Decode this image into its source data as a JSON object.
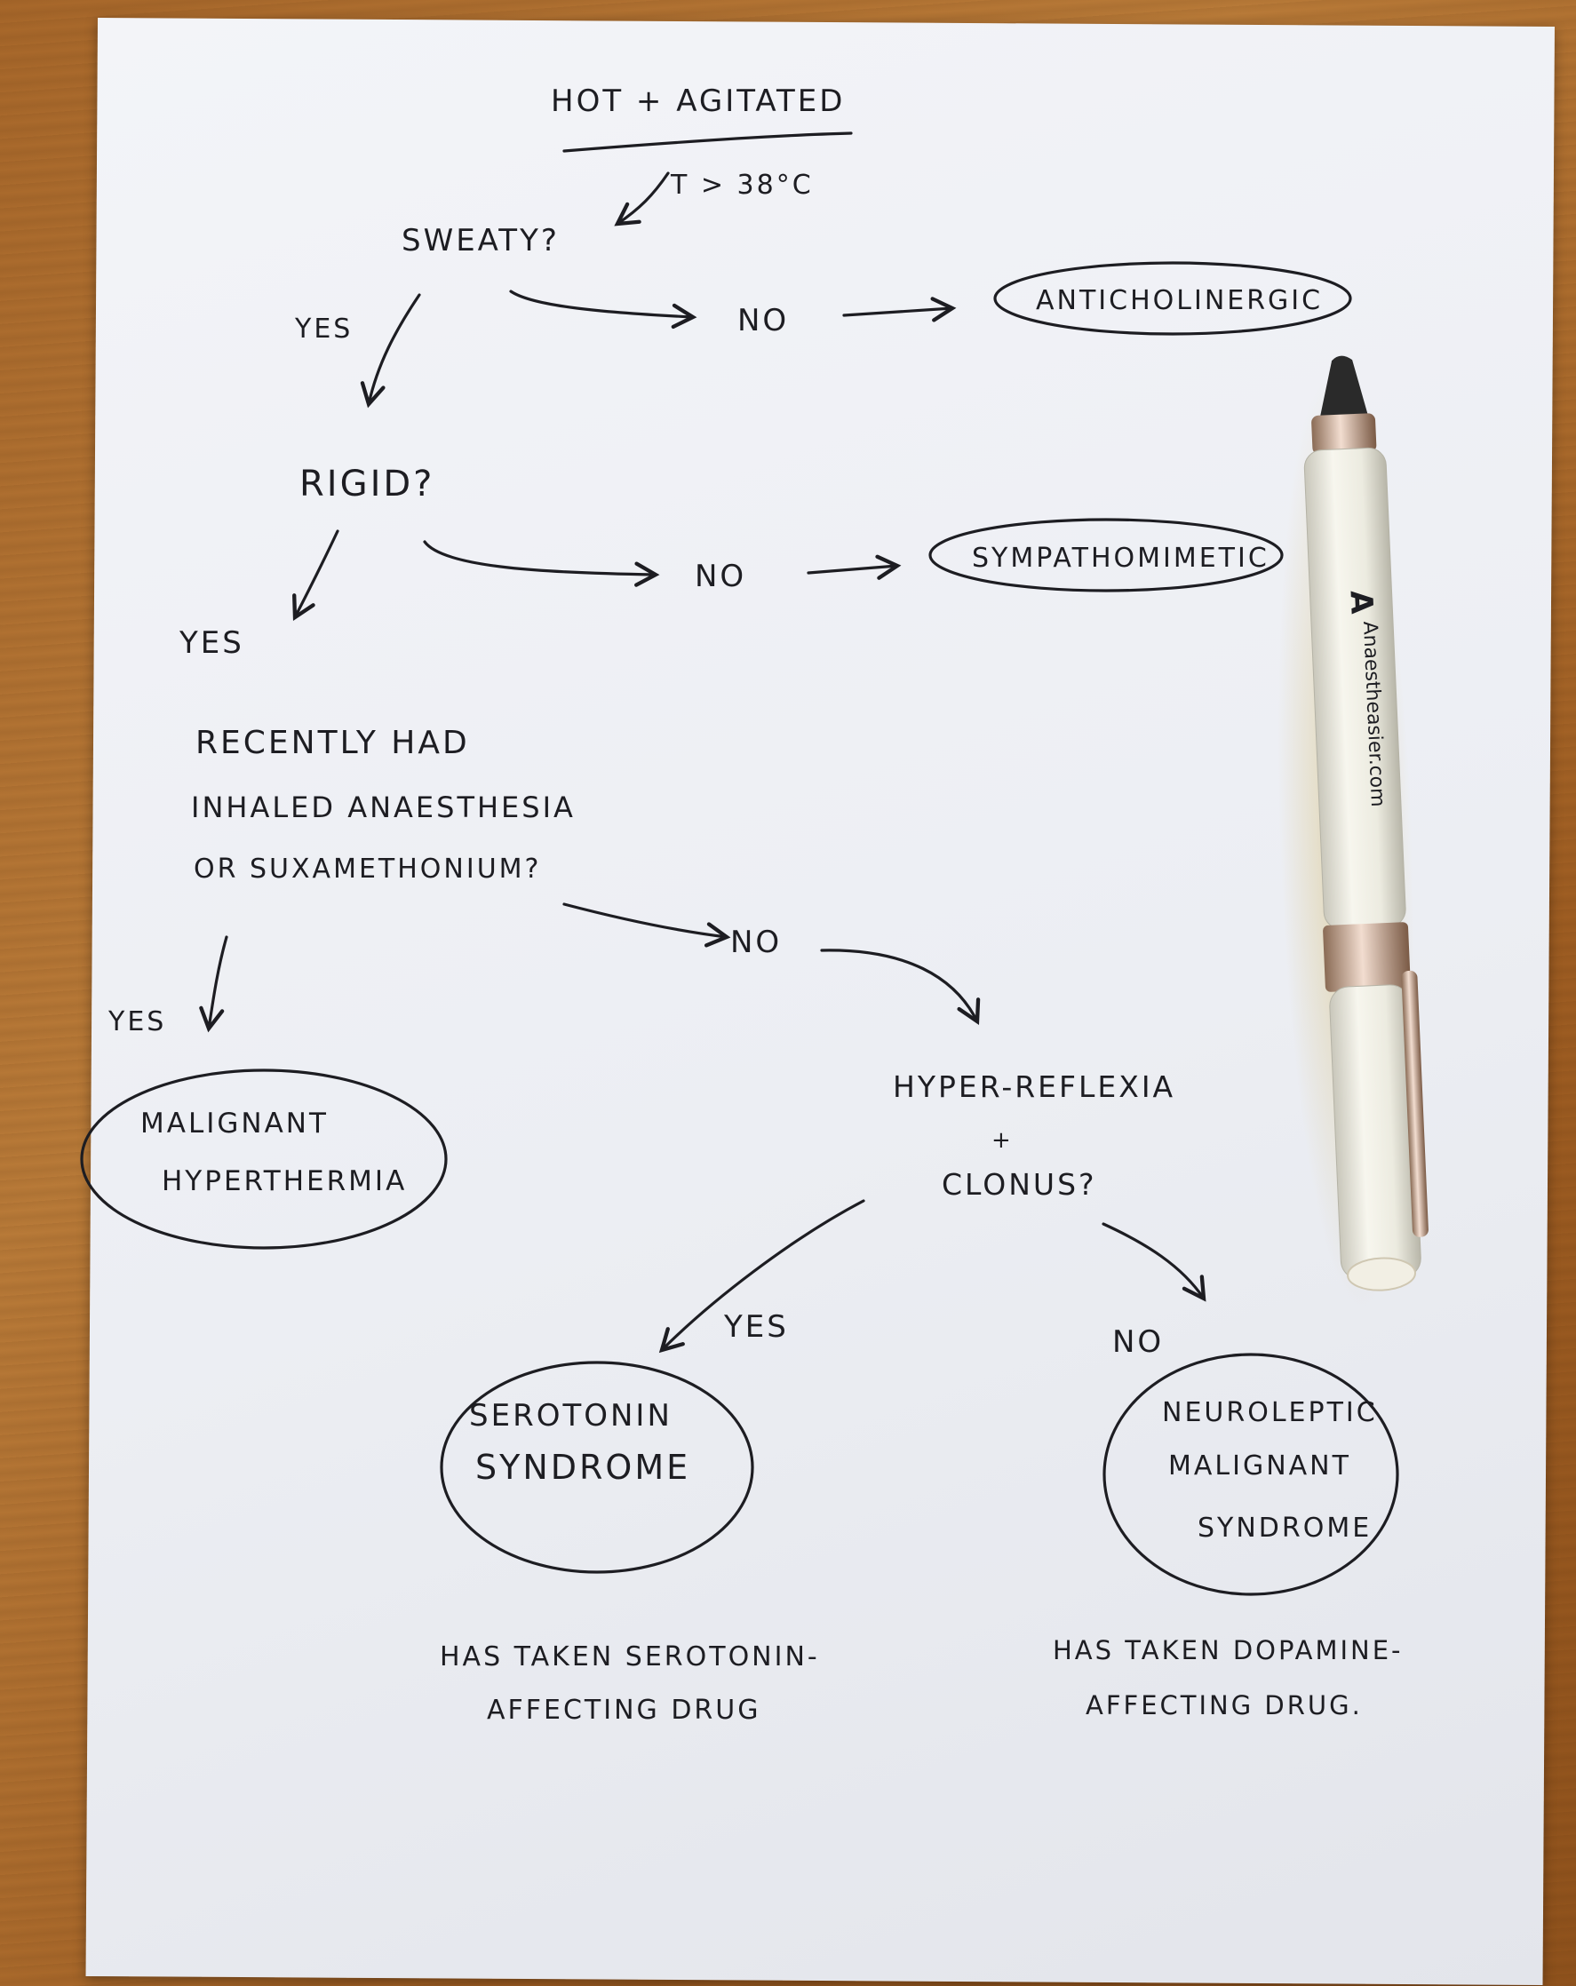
{
  "title": "HOT + AGITATED",
  "temperature_note": "T > 38°C",
  "questions": {
    "sweaty": "SWEATY?",
    "rigid": "RIGID?",
    "recent_line1": "RECENTLY HAD",
    "recent_line2": "INHALED ANAESTHESIA",
    "recent_line3": "OR SUXAMETHONIUM?",
    "hyper_line1": "HYPER-REFLEXIA",
    "hyper_line2": "+",
    "hyper_line3": "CLONUS?"
  },
  "branch_labels": {
    "sweaty_yes": "YES",
    "sweaty_no": "NO",
    "rigid_yes": "YES",
    "rigid_no": "NO",
    "recent_yes": "YES",
    "recent_no": "NO",
    "hyper_yes": "YES",
    "hyper_no": "NO"
  },
  "outcomes": {
    "anticholinergic": "ANTICHOLINERGIC",
    "sympathomimetic": "SYMPATHOMIMETIC",
    "mh_line1": "MALIGNANT",
    "mh_line2": "HYPERTHERMIA",
    "ss_line1": "SEROTONIN",
    "ss_line2": "SYNDROME",
    "nms_line1": "NEUROLEPTIC",
    "nms_line2": "MALIGNANT",
    "nms_line3": "SYNDROME"
  },
  "notes": {
    "ss_line1": "HAS TAKEN SEROTONIN-",
    "ss_line2": "AFFECTING DRUG",
    "nms_line1": "HAS TAKEN DOPAMINE-",
    "nms_line2": "AFFECTING DRUG."
  },
  "pen": {
    "logo_text": "A",
    "brand_text": "Anaestheasier.com"
  }
}
